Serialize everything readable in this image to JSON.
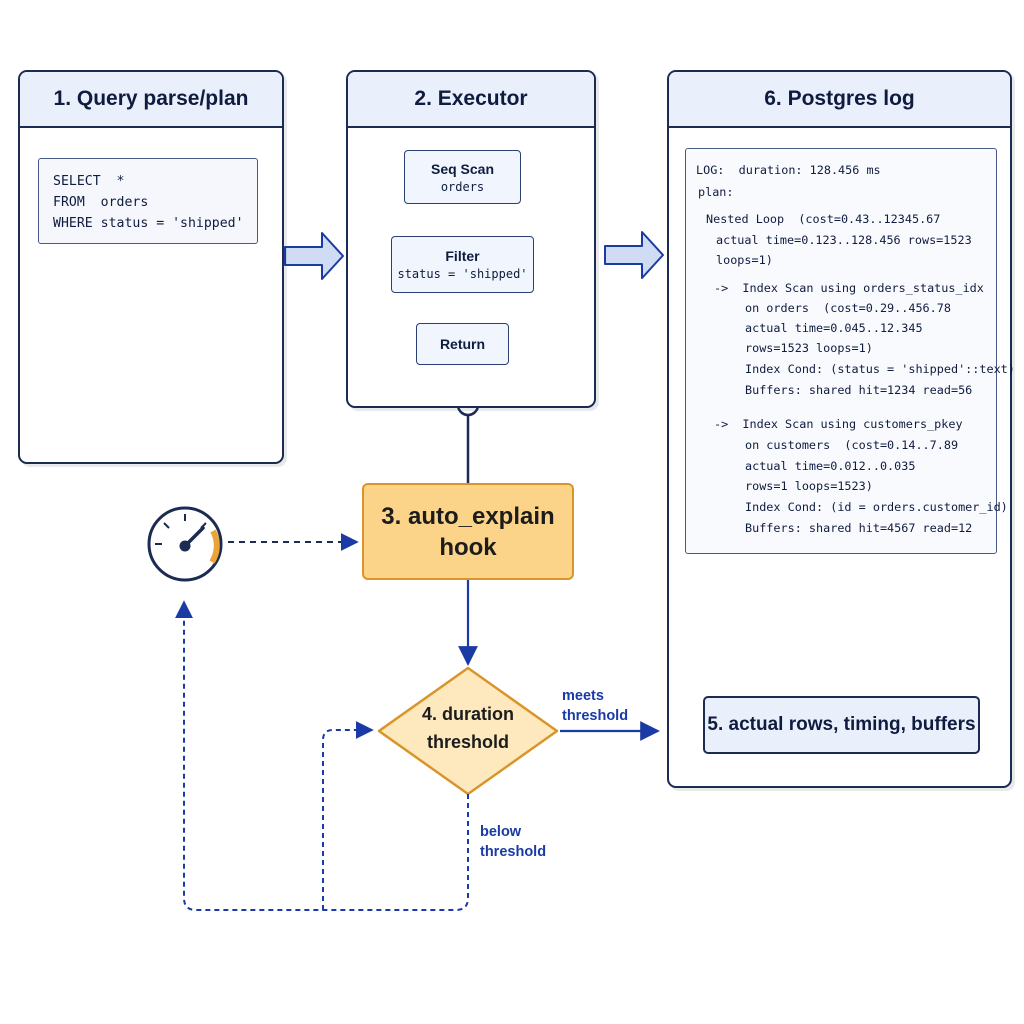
{
  "panels": {
    "parse": {
      "title": "1. Query parse/plan",
      "sql": [
        "SELECT  *",
        "FROM  orders",
        "WHERE status = 'shipped'"
      ]
    },
    "executor": {
      "title": "2. Executor",
      "nodes": [
        {
          "title": "Seq Scan",
          "sub": "orders"
        },
        {
          "title": "Filter",
          "sub": "status = 'shipped'"
        },
        {
          "title": "Return",
          "sub": ""
        }
      ]
    },
    "log": {
      "title": "6. Postgres log",
      "lines": [
        "LOG:  duration: 128.456 ms",
        "plan:",
        "Nested Loop  (cost=0.43..12345.67",
        "actual time=0.123..128.456 rows=1523",
        "loops=1)",
        "->  Index Scan using orders_status_idx",
        "on orders  (cost=0.29..456.78",
        "actual time=0.045..12.345",
        "rows=1523 loops=1)",
        "Index Cond: (status = 'shipped'::text)",
        "Buffers: shared hit=1234 read=56",
        "->  Index Scan using customers_pkey",
        "on customers  (cost=0.14..7.89",
        "actual time=0.012..0.035",
        "rows=1 loops=1523)",
        "Index Cond: (id = orders.customer_id)",
        "Buffers: shared hit=4567 read=12"
      ]
    }
  },
  "hook": {
    "line1": "3. auto_explain",
    "line2": "hook"
  },
  "decision": {
    "line1": "4. duration",
    "line2": "threshold"
  },
  "result": {
    "label": "5. actual rows, timing, buffers"
  },
  "edges": {
    "meets": {
      "line1": "meets",
      "line2": "threshold"
    },
    "below": {
      "line1": "below",
      "line2": "threshold"
    }
  },
  "icons": {
    "gauge": "gauge-icon",
    "document": "document-icon",
    "plan_tree": "plan-tree-icon"
  },
  "colors": {
    "navy": "#1c2b52",
    "accent_blue": "#1a3aa6",
    "panel_header": "#eaf0fb",
    "hook_fill": "#fbd48a",
    "hook_border": "#d9952a",
    "diamond_fill": "#fde9bd",
    "big_arrow_fill": "#cfdcf3",
    "gauge_accent": "#e9a43a"
  }
}
